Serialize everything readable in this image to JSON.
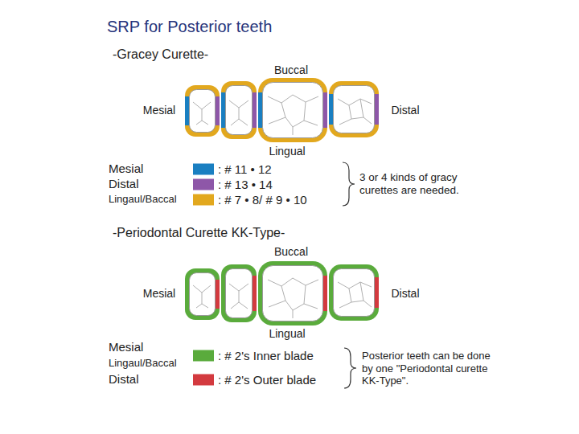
{
  "diagram": {
    "title": "SRP for Posterior teeth",
    "labels": [
      "-Gracey Curette-",
      "Buccal",
      "Mesial",
      "Distal",
      "Lingual",
      "Mesial",
      "Distal",
      "Lingaul/Baccal",
      "3 or 4 kinds of gracy curettes are needed.",
      "-Periodontal Curette KK-Type-",
      "Buccal",
      "Mesial",
      "Distal",
      "Lingual",
      "Mesial",
      "Lingaul/Baccal",
      "Distal",
      "Posterior teeth can be done by one \"Periodontal curette KK-Type\"."
    ],
    "legend": [
      {
        "text": ": # 11 • 12",
        "color": "#1a7fc1"
      },
      {
        "text": ": # 13 • 14",
        "color": "#8e57a8"
      },
      {
        "text": ": # 7 • 8/ # 9 • 10",
        "color": "#e2a81e"
      },
      {
        "text": ": # 2's Inner blade",
        "color": "#5aab3c"
      },
      {
        "text": ": # 2's Outer blade",
        "color": "#d33a3f"
      }
    ]
  }
}
